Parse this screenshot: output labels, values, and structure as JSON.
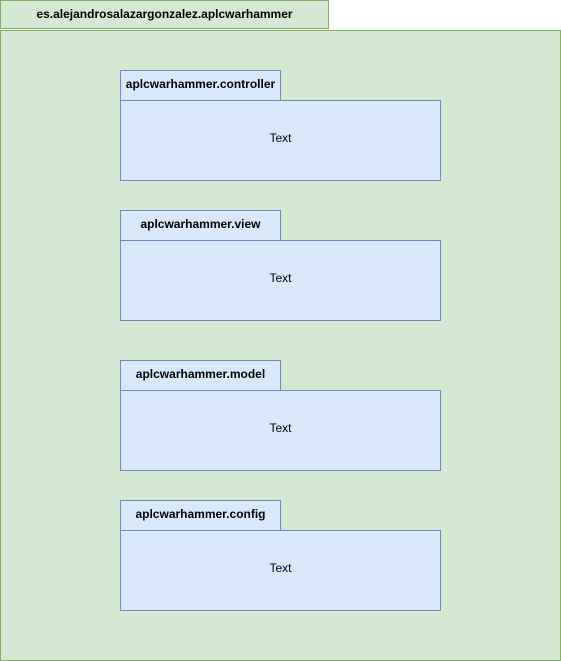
{
  "outer_package": {
    "label": "es.alejandrosalazargonzalez.aplcwarhammer"
  },
  "packages": [
    {
      "label": "aplcwarhammer.controller",
      "body": "Text"
    },
    {
      "label": "aplcwarhammer.view",
      "body": "Text"
    },
    {
      "label": "aplcwarhammer.model",
      "body": "Text"
    },
    {
      "label": "aplcwarhammer.config",
      "body": "Text"
    }
  ],
  "colors": {
    "outer_fill": "#d5e8d4",
    "outer_stroke": "#82b366",
    "package_fill": "#dae8fc",
    "package_stroke": "#6c8ebf"
  }
}
